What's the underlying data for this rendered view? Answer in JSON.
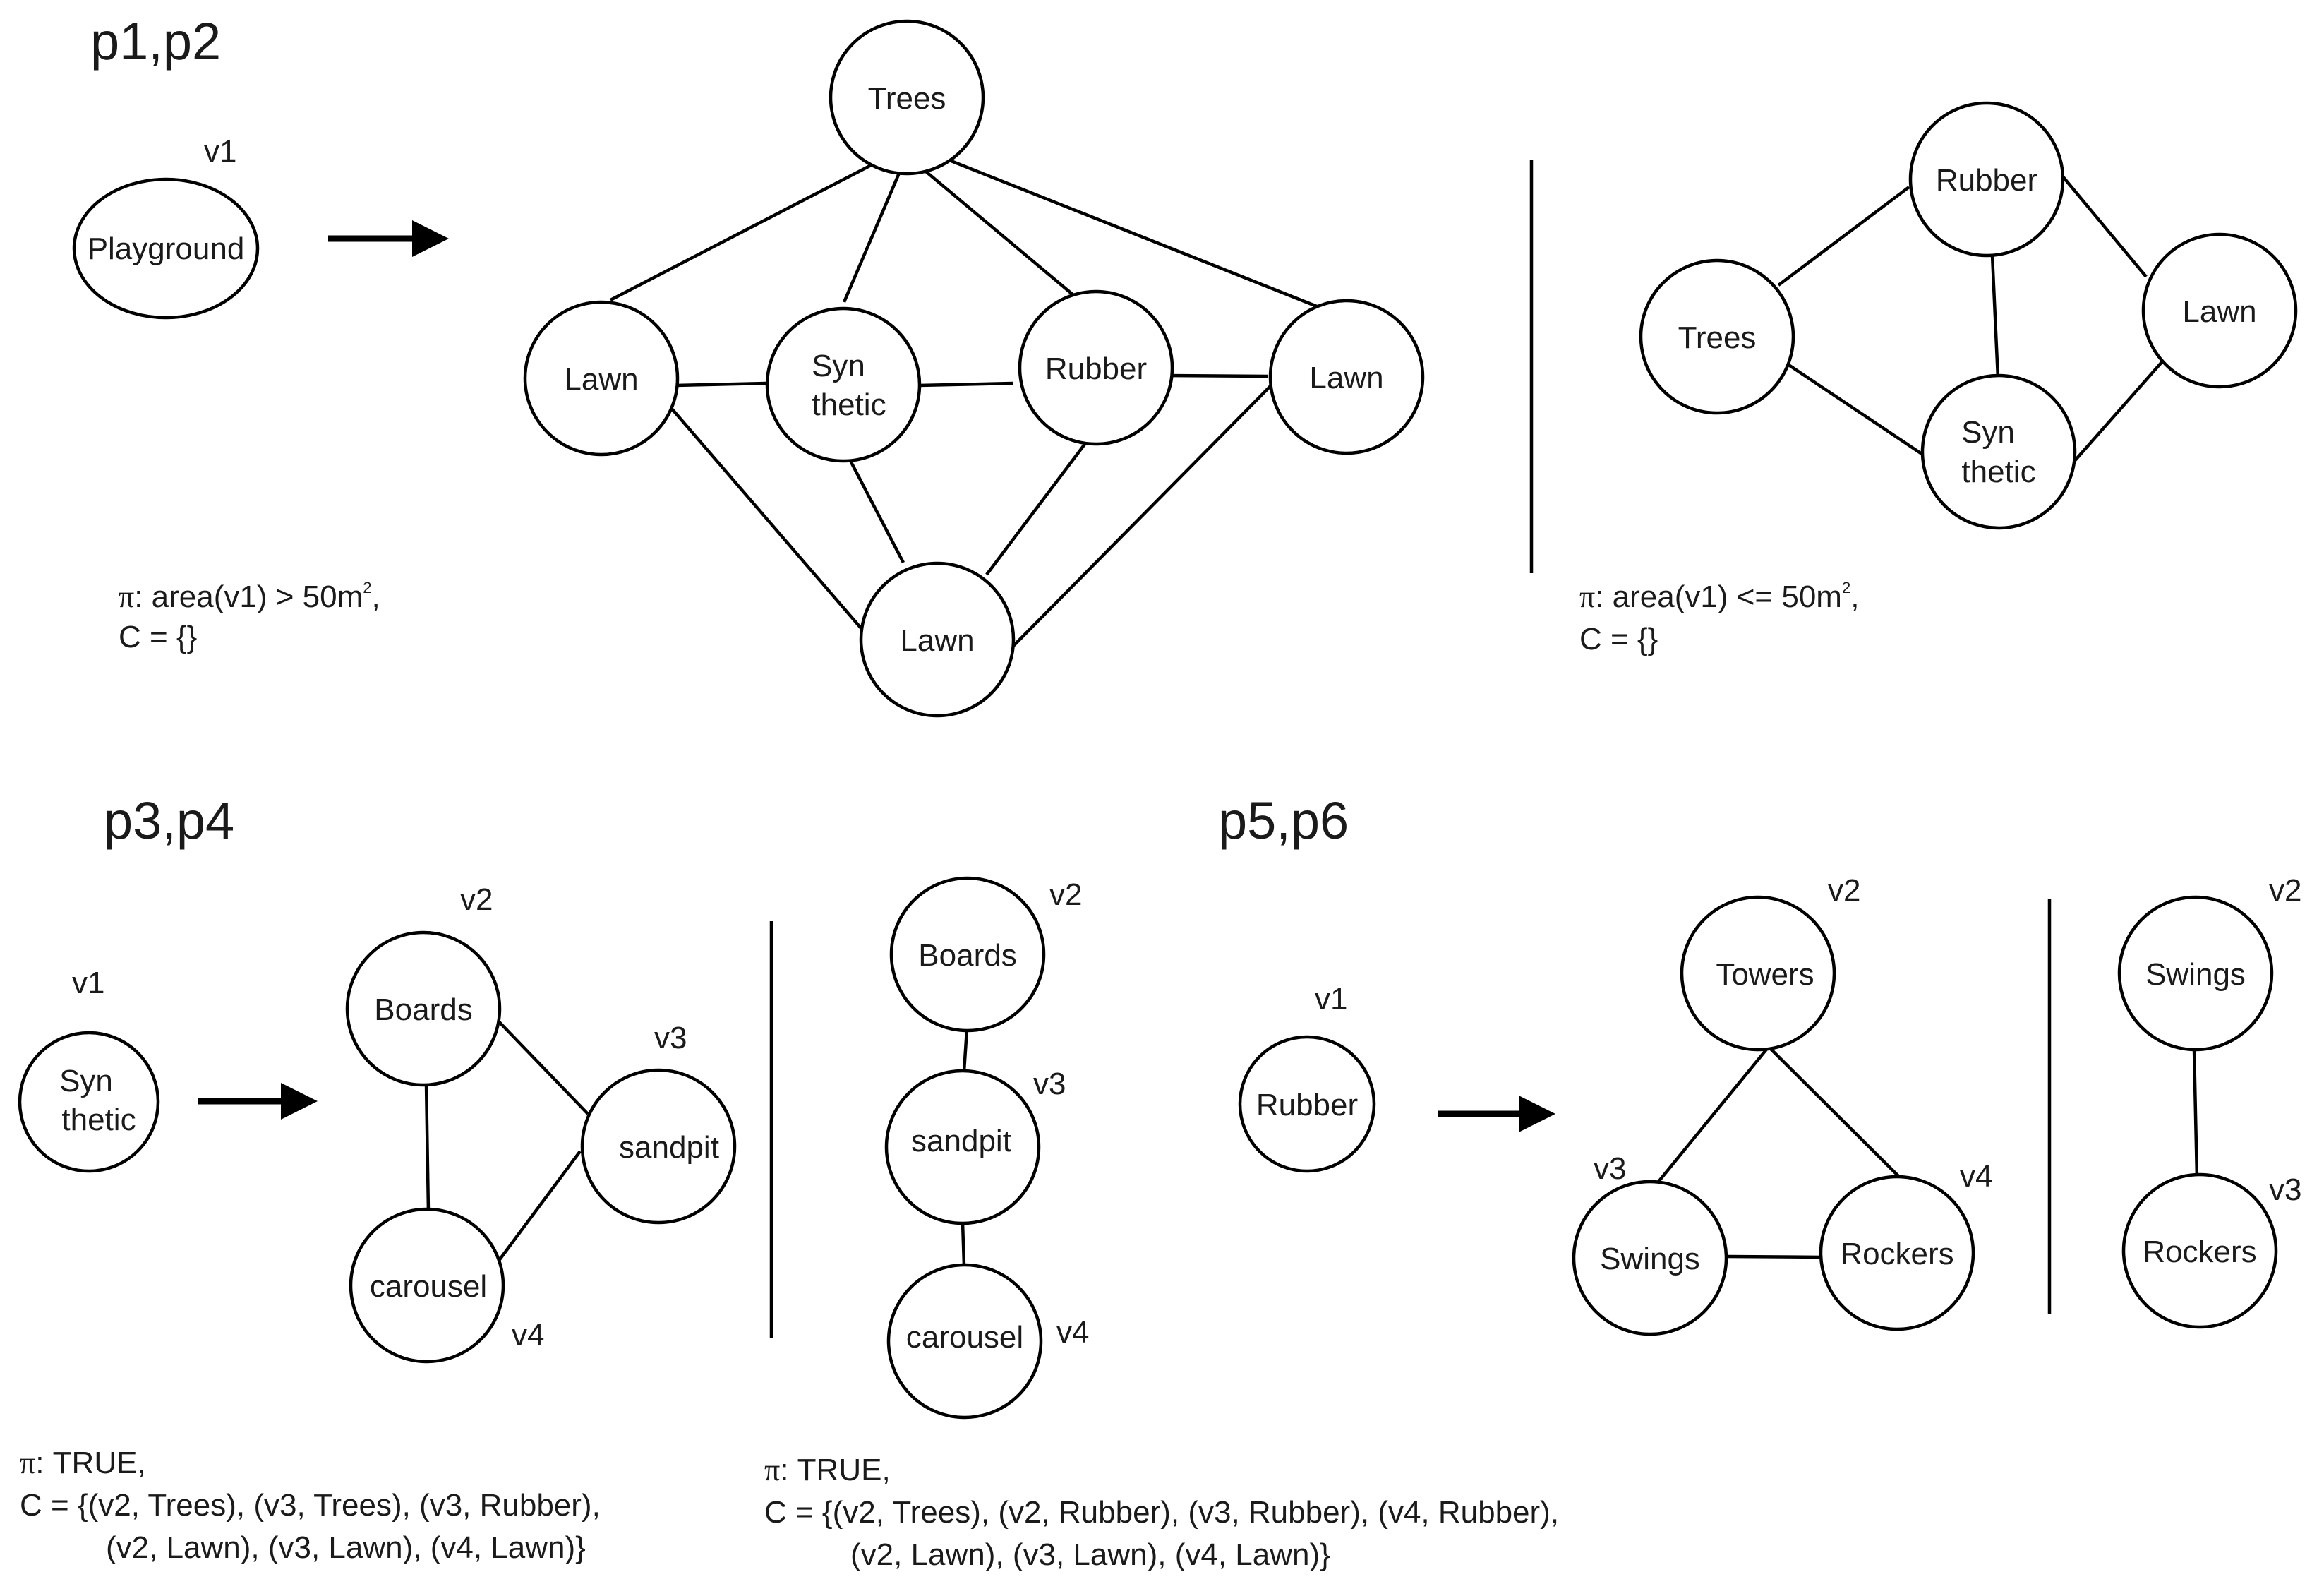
{
  "sections": {
    "p1p2": {
      "title": "p1,p2",
      "lhs": {
        "vertex": "v1",
        "node": "Playground"
      },
      "rhs1": {
        "nodes": {
          "trees": "Trees",
          "lawn_left": "Lawn",
          "synthetic": [
            "Syn",
            "thetic"
          ],
          "rubber": "Rubber",
          "lawn_right": "Lawn",
          "lawn_bottom": "Lawn"
        },
        "condition_pi": "π",
        "condition_text": ": area(v1) > 50m",
        "condition_sup": "2",
        "condition_tail": ",",
        "constraint": "C = {}"
      },
      "rhs2": {
        "nodes": {
          "rubber": "Rubber",
          "trees": "Trees",
          "lawn": "Lawn",
          "synthetic": [
            "Syn",
            "thetic"
          ]
        },
        "condition_pi": "π",
        "condition_text": ": area(v1) <= 50m",
        "condition_sup": "2",
        "condition_tail": ",",
        "constraint": "C = {}"
      }
    },
    "p3p4": {
      "title": "p3,p4",
      "lhs": {
        "vertex": "v1",
        "node": [
          "Syn",
          "thetic"
        ]
      },
      "rhs1": {
        "nodes": {
          "boards": "Boards",
          "sandpit": "sandpit",
          "carousel": "carousel"
        },
        "vertices": {
          "boards": "v2",
          "sandpit": "v3",
          "carousel": "v4"
        },
        "condition_pi": "π",
        "condition_text": ": TRUE,",
        "constraint_line1": "C = {(v2, Trees), (v3, Trees), (v3, Rubber),",
        "constraint_line2": "(v2, Lawn), (v3, Lawn), (v4, Lawn)}"
      },
      "rhs2": {
        "nodes": {
          "boards": "Boards",
          "sandpit": "sandpit",
          "carousel": "carousel"
        },
        "vertices": {
          "boards": "v2",
          "sandpit": "v3",
          "carousel": "v4"
        },
        "condition_pi": "π",
        "condition_text": ": TRUE,",
        "constraint_line1": "C = {(v2, Trees), (v2, Rubber), (v3, Rubber), (v4, Rubber),",
        "constraint_line2": "(v2, Lawn), (v3, Lawn), (v4, Lawn)}"
      }
    },
    "p5p6": {
      "title": "p5,p6",
      "lhs": {
        "vertex": "v1",
        "node": "Rubber"
      },
      "rhs1": {
        "nodes": {
          "towers": "Towers",
          "swings": "Swings",
          "rockers": "Rockers"
        },
        "vertices": {
          "towers": "v2",
          "swings": "v3",
          "rockers": "v4"
        }
      },
      "rhs2": {
        "nodes": {
          "swings": "Swings",
          "rockers": "Rockers"
        },
        "vertices": {
          "swings": "v2",
          "rockers": "v3"
        }
      }
    }
  }
}
